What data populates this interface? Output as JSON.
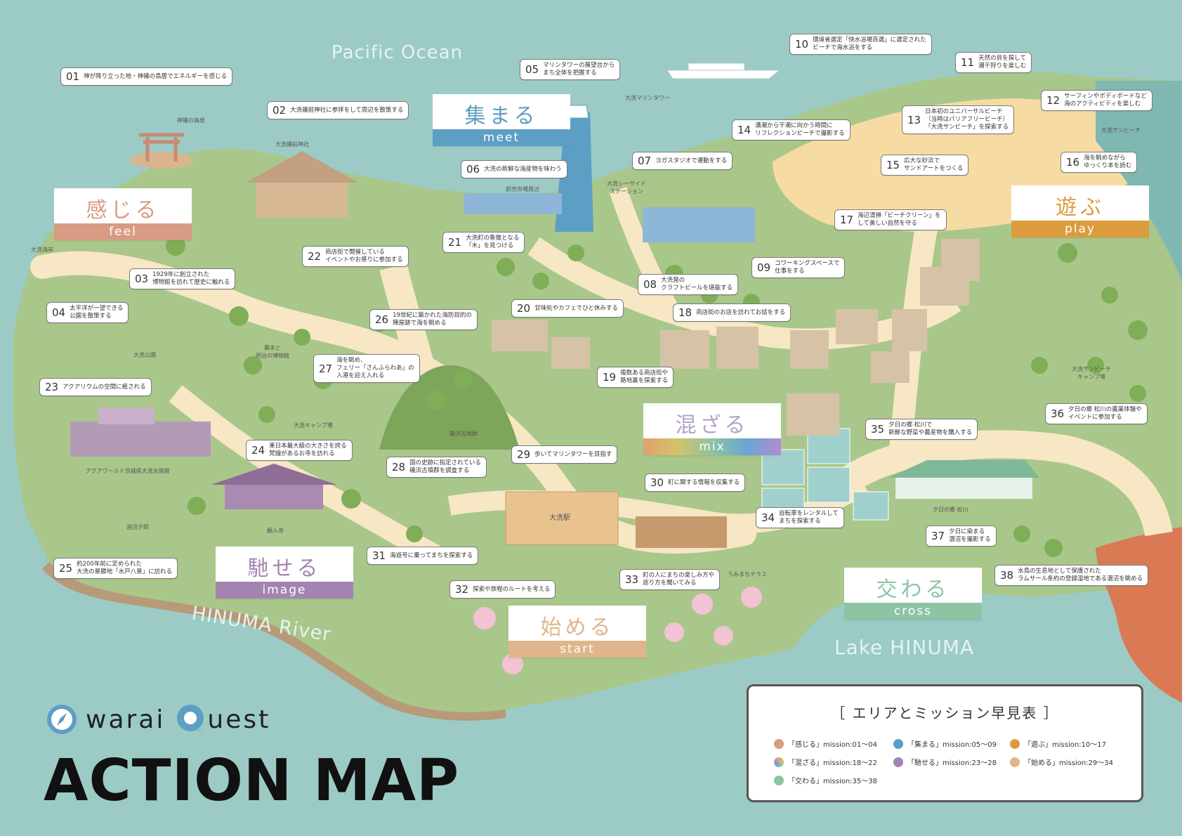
{
  "water": {
    "ocean": "Pacific Ocean",
    "river": "HINUMA River",
    "lake": "Lake HINUMA"
  },
  "logo": {
    "brand_a": "warai",
    "brand_b": "uest",
    "title": "ACTION MAP"
  },
  "areas": [
    {
      "id": "feel",
      "jp": "感じる",
      "en": "feel",
      "color": "#d89b83"
    },
    {
      "id": "meet",
      "jp": "集まる",
      "en": "meet",
      "color": "#5d9ec4"
    },
    {
      "id": "play",
      "jp": "遊ぶ",
      "en": "play",
      "color": "#dc9c3d"
    },
    {
      "id": "mix",
      "jp": "混ざる",
      "en": "mix",
      "color": "#b3a2c9"
    },
    {
      "id": "image",
      "jp": "馳せる",
      "en": "image",
      "color": "#a384b0"
    },
    {
      "id": "start",
      "jp": "始める",
      "en": "start",
      "color": "#dfb58c"
    },
    {
      "id": "cross",
      "jp": "交わる",
      "en": "cross",
      "color": "#8cc4a4"
    }
  ],
  "missions": [
    {
      "n": "01",
      "t": "神が降り立った地・神磯の鳥居でエネルギーを感じる"
    },
    {
      "n": "02",
      "t": "大洗磯前神社に参拝をして周辺を散策する"
    },
    {
      "n": "03",
      "t": "1929年に創立された\n博物館を訪れて歴史に触れる"
    },
    {
      "n": "04",
      "t": "太平洋が一望できる\n公園を散策する"
    },
    {
      "n": "05",
      "t": "マリンタワーの展望台から\nまち全体を把握する"
    },
    {
      "n": "06",
      "t": "大洗の新鮮な海産物を味わう"
    },
    {
      "n": "07",
      "t": "ヨガスタジオで運動をする"
    },
    {
      "n": "08",
      "t": "大洗発の\nクラフトビールを堪能する"
    },
    {
      "n": "09",
      "t": "コワーキングスペースで\n仕事をする"
    },
    {
      "n": "10",
      "t": "環境省選定「快水浴場百選」に選定された\nビーチで海水浴をする"
    },
    {
      "n": "11",
      "t": "天然の貝を探して\n潮干狩りを楽しむ"
    },
    {
      "n": "12",
      "t": "サーフィンやボディボードなど\n海のアクティビティを楽しむ"
    },
    {
      "n": "13",
      "t": "日本初のユニバーサルビーチ\n（当時はバリアフリービーチ）\n「大洗サンビーチ」を探索する"
    },
    {
      "n": "14",
      "t": "満潮から干潮に向かう時間に\nリフレクションビーチで撮影する"
    },
    {
      "n": "15",
      "t": "広大な砂浜で\nサンドアートをつくる"
    },
    {
      "n": "16",
      "t": "海を眺めながら\nゆっくり本を読む"
    },
    {
      "n": "17",
      "t": "海辺清掃「ビーチクリーン」を\nして美しい自然を守る"
    },
    {
      "n": "18",
      "t": "商店街のお店を訪れてお話をする"
    },
    {
      "n": "19",
      "t": "複数ある商店街や\n路地裏を探索する"
    },
    {
      "n": "20",
      "t": "甘味処やカフェでひと休みする"
    },
    {
      "n": "21",
      "t": "大洗町の象徴となる\n「木」を見つける"
    },
    {
      "n": "22",
      "t": "商店街で開催している\nイベントやお祭りに参加する"
    },
    {
      "n": "23",
      "t": "アクアリウムの空間に癒される"
    },
    {
      "n": "24",
      "t": "東日本最大級の大きさを誇る\n梵鐘があるお寺を訪れる"
    },
    {
      "n": "25",
      "t": "約200年前に定められた\n大洗の景勝地「水戸八景」に訪れる"
    },
    {
      "n": "26",
      "t": "19世紀に築かれた海防目的の\n陣屋跡で海を眺める"
    },
    {
      "n": "27",
      "t": "海を眺め、\nフェリー「さんふらわあ」の\n入港を迎え入れる"
    },
    {
      "n": "28",
      "t": "国の史跡に指定されている\n磯浜古墳群を調査する"
    },
    {
      "n": "29",
      "t": "歩いてマリンタワーを目指す"
    },
    {
      "n": "30",
      "t": "町に関する情報を収集する"
    },
    {
      "n": "31",
      "t": "海遊号に乗ってまちを探索する"
    },
    {
      "n": "32",
      "t": "探索や旅程のルートを考える"
    },
    {
      "n": "33",
      "t": "町の人にまちの楽しみ方や\n巡り方を聞いてみる"
    },
    {
      "n": "34",
      "t": "自転車をレンタルして\nまちを探索する"
    },
    {
      "n": "35",
      "t": "夕日の郷 松川で\n新鮮な野菜や農産物を購入する"
    },
    {
      "n": "36",
      "t": "夕日の郷 松川の農業体験や\nイベントに参加する"
    },
    {
      "n": "37",
      "t": "夕日に染まる\n涸沼を撮影する"
    },
    {
      "n": "38",
      "t": "水鳥の生息地として保護された\nラムサール条約の登録湿地である涸沼を眺める"
    }
  ],
  "places": [
    "神磯の鳥居",
    "大洗磯前神社",
    "大洗海岸",
    "大洗公園",
    "幕末と\n明治の博物館",
    "アクアワールド茨城県大洗水族館",
    "願入寺",
    "涸沼夕照",
    "大洗キャンプ場",
    "磯浜古墳群",
    "大洗マリンタワー",
    "卸売市場周辺",
    "大洗シーサイド\nステーション",
    "大洗サンビーチ",
    "大洗サンビーチ\nキャンプ場",
    "夕日の郷 松川",
    "大洗駅",
    "うみまちテラス"
  ],
  "legend": {
    "title": "［ エリアとミッション早見表 ］",
    "items": [
      {
        "label": "「感じる」mission:01〜04",
        "color": "#d89b83"
      },
      {
        "label": "「集まる」mission:05〜09",
        "color": "#5d9ec4"
      },
      {
        "label": "「遊ぶ」mission:10〜17",
        "color": "#dc9c3d"
      },
      {
        "label": "「混ざる」mission:18〜22",
        "color": "#c9b16a"
      },
      {
        "label": "「馳せる」mission:23〜28",
        "color": "#a384b0"
      },
      {
        "label": "「始める」mission:29〜34",
        "color": "#dfb58c"
      },
      {
        "label": "「交わる」mission:35〜38",
        "color": "#8cc4a4"
      }
    ]
  },
  "colors": {
    "sea": "#9ccbc6",
    "land": "#a9c78a",
    "road": "#f7e7c4",
    "beach": "#f6dca2",
    "shore": "#b79a78"
  }
}
